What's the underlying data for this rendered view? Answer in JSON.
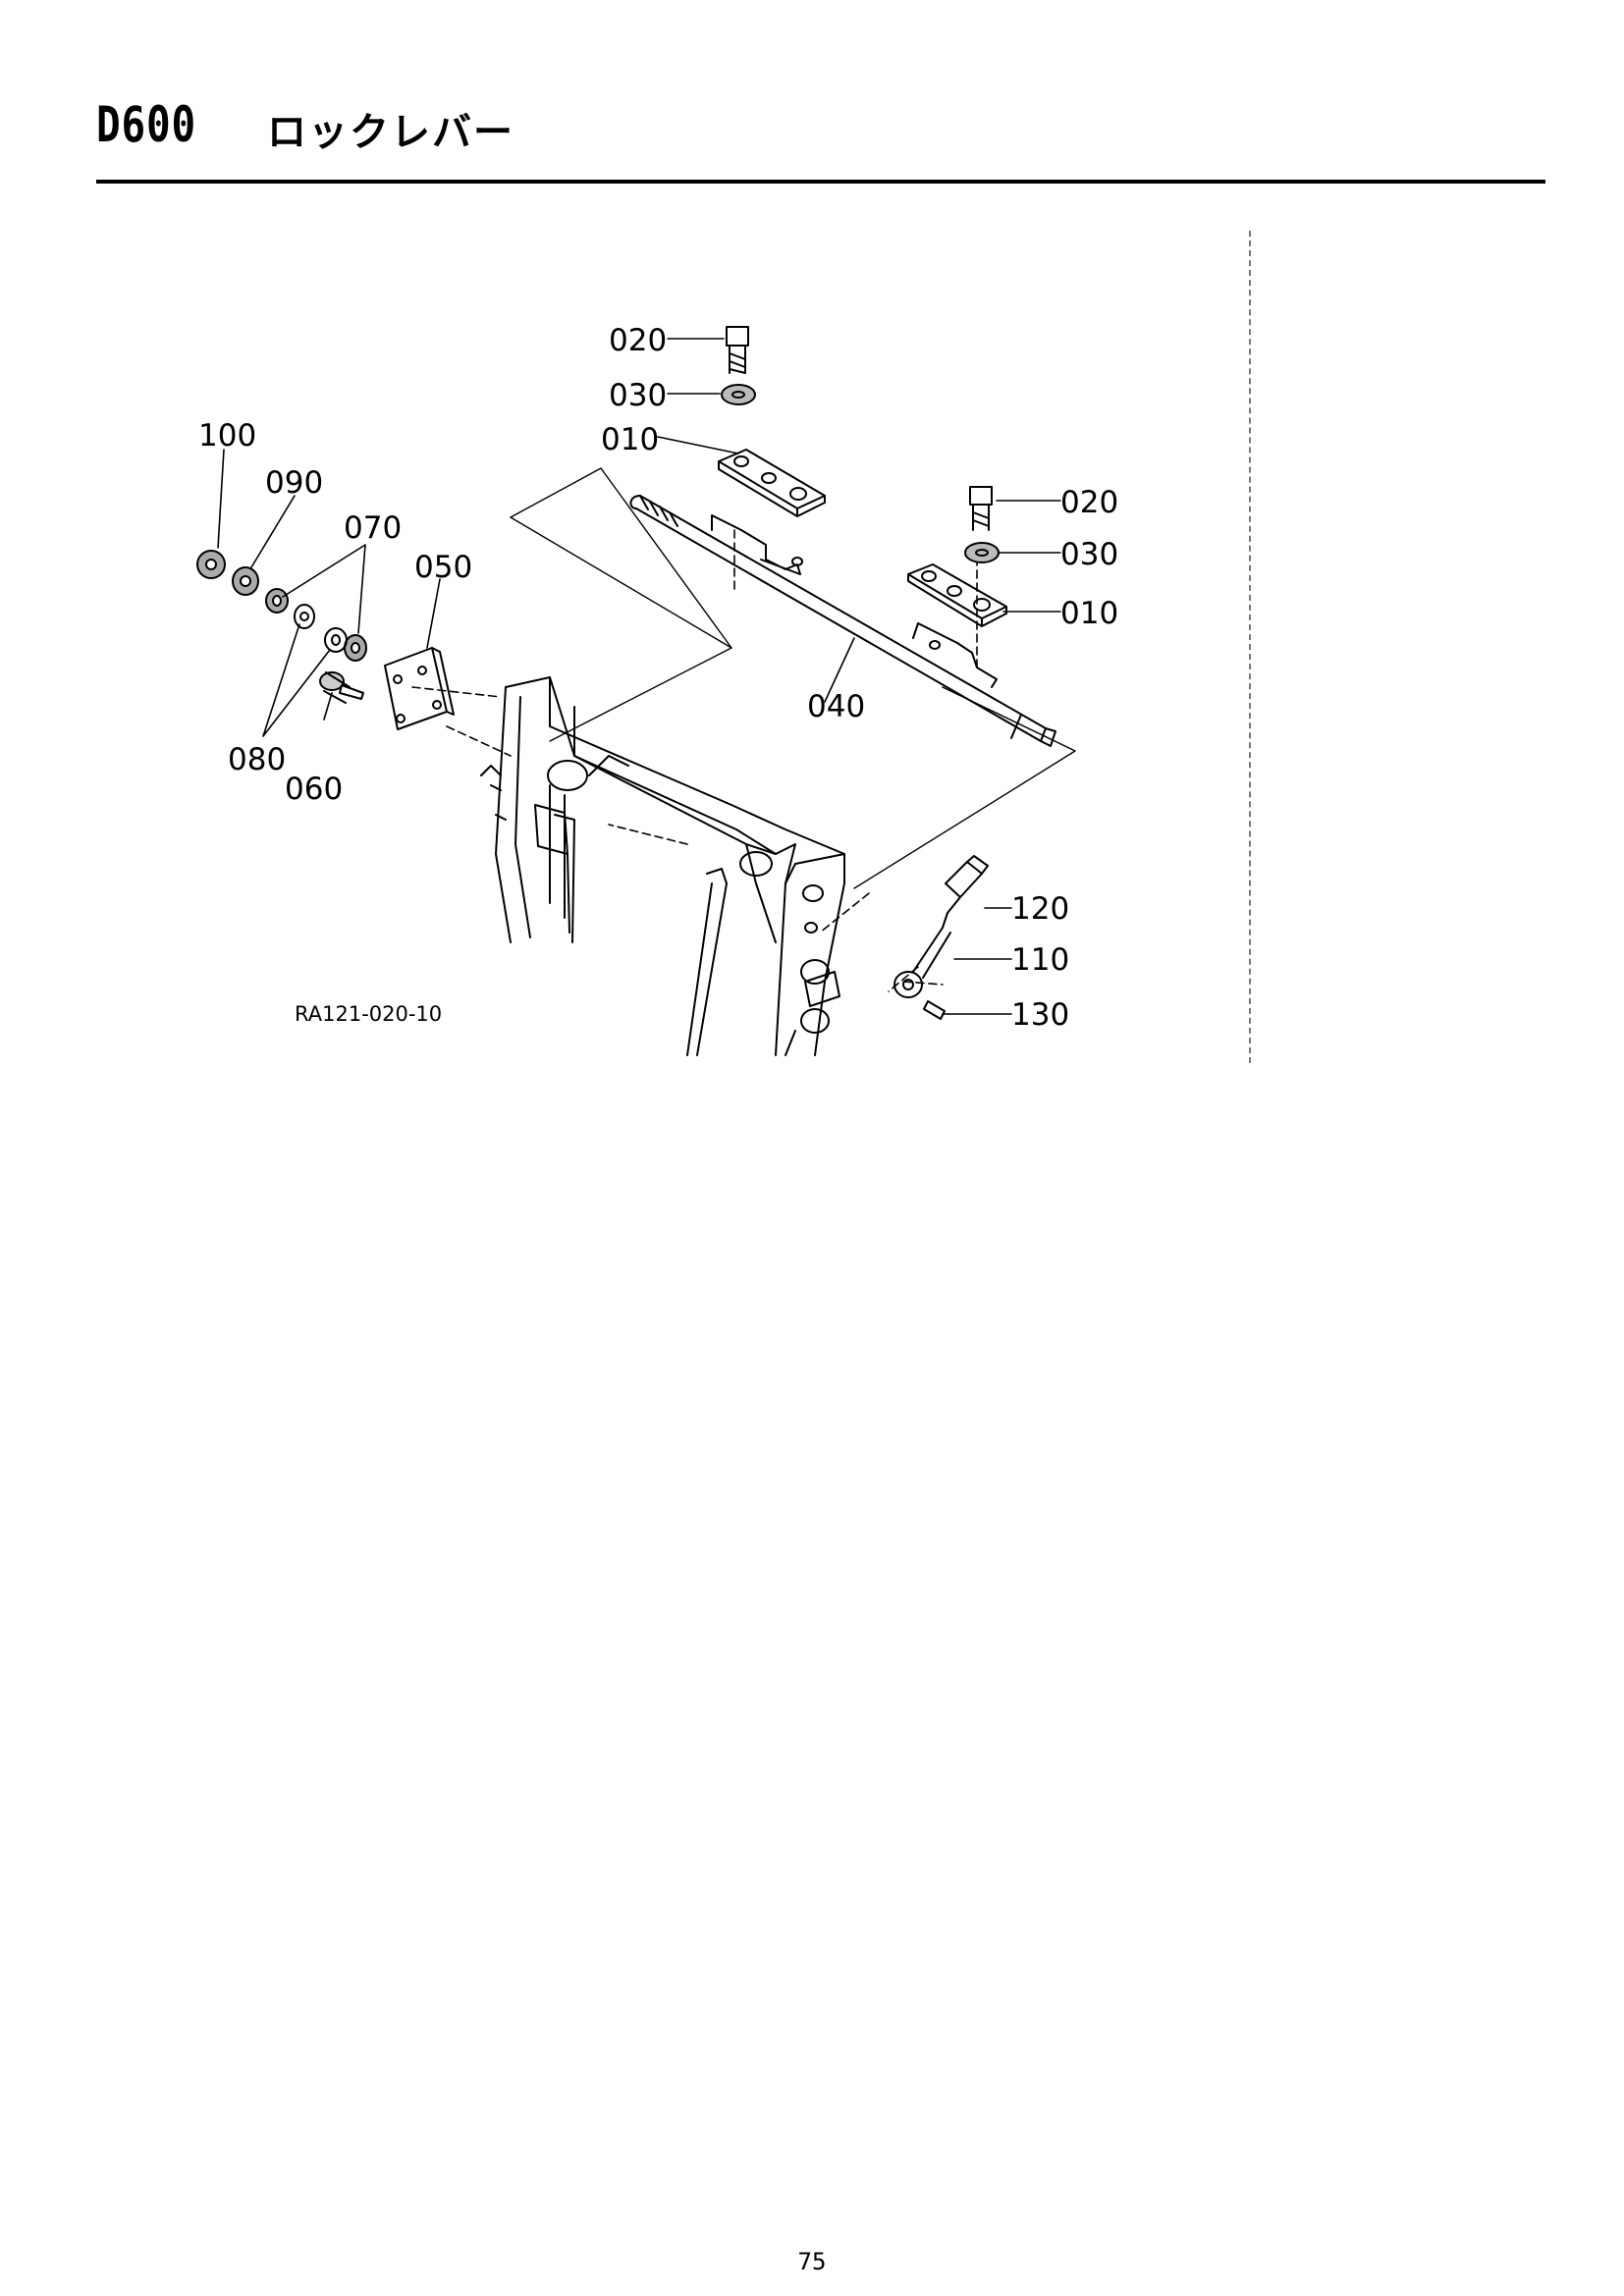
{
  "header": {
    "section_code": "D600",
    "section_title": "ロックレバー"
  },
  "diagram": {
    "reference_code": "RA121-020-10",
    "callouts": {
      "c020_top": "020",
      "c030_top": "030",
      "c010_top": "010",
      "c020_right": "020",
      "c030_right": "030",
      "c010_right": "010",
      "c040": "040",
      "c050": "050",
      "c060": "060",
      "c070": "070",
      "c080": "080",
      "c090": "090",
      "c100": "100",
      "c110": "110",
      "c120": "120",
      "c130": "130"
    }
  },
  "footer": {
    "page_number": "75"
  }
}
